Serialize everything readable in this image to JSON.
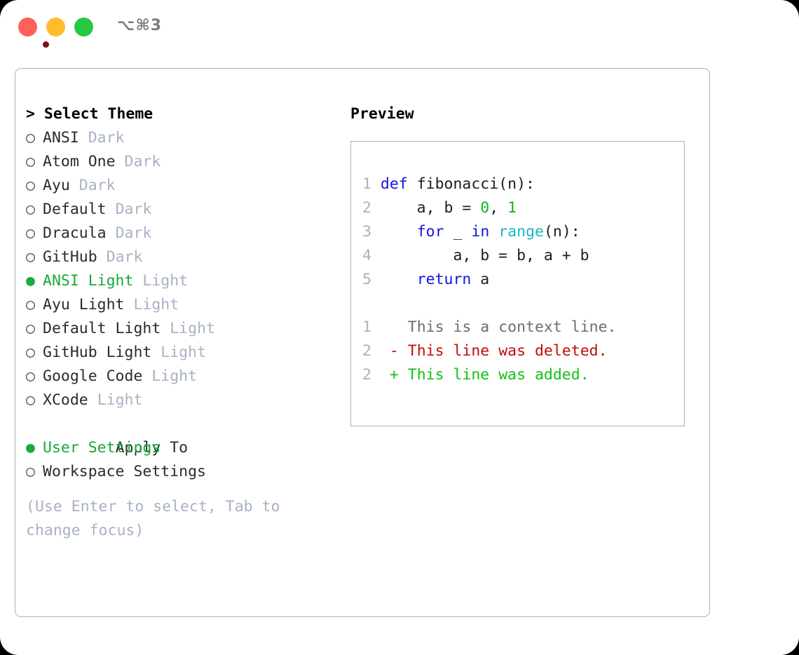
{
  "titlebar": {
    "shortcut": "⌥⌘3",
    "buttons": [
      {
        "name": "close",
        "color": "#ff6058"
      },
      {
        "name": "minimize",
        "color": "#ffbd2e"
      },
      {
        "name": "zoom",
        "color": "#28c840"
      }
    ]
  },
  "theme_list": {
    "header": "> Select Theme",
    "selected_bullet": "●",
    "unselected_bullet": "○",
    "selected_color": "#18a83a",
    "mode_color": "#a8b2c4",
    "items": [
      {
        "bullet": "○",
        "name": "ANSI",
        "mode": "Dark",
        "selected": false
      },
      {
        "bullet": "○",
        "name": "Atom One",
        "mode": "Dark",
        "selected": false
      },
      {
        "bullet": "○",
        "name": "Ayu",
        "mode": "Dark",
        "selected": false
      },
      {
        "bullet": "○",
        "name": "Default",
        "mode": "Dark",
        "selected": false
      },
      {
        "bullet": "○",
        "name": "Dracula",
        "mode": "Dark",
        "selected": false
      },
      {
        "bullet": "○",
        "name": "GitHub",
        "mode": "Dark",
        "selected": false
      },
      {
        "bullet": "●",
        "name": "ANSI Light",
        "mode": "Light",
        "selected": true
      },
      {
        "bullet": "○",
        "name": "Ayu Light",
        "mode": "Light",
        "selected": false
      },
      {
        "bullet": "○",
        "name": "Default Light",
        "mode": "Light",
        "selected": false
      },
      {
        "bullet": "○",
        "name": "GitHub Light",
        "mode": "Light",
        "selected": false
      },
      {
        "bullet": "○",
        "name": "Google Code",
        "mode": "Light",
        "selected": false
      },
      {
        "bullet": "○",
        "name": "XCode",
        "mode": "Light",
        "selected": false
      }
    ]
  },
  "apply_to": {
    "header": "Apply To",
    "options": [
      {
        "bullet": "●",
        "label": "User Settings",
        "selected": true
      },
      {
        "bullet": "○",
        "label": "Workspace Settings",
        "selected": false
      }
    ]
  },
  "hint": "(Use Enter to select, Tab to change focus)",
  "preview": {
    "title": "Preview",
    "code_lines": [
      {
        "num": "1",
        "tokens": [
          {
            "t": "def",
            "c": "kw"
          },
          {
            "t": " fibonacci(n):",
            "c": "plain"
          }
        ]
      },
      {
        "num": "2",
        "tokens": [
          {
            "t": "    a, b = ",
            "c": "plain"
          },
          {
            "t": "0",
            "c": "num"
          },
          {
            "t": ", ",
            "c": "plain"
          },
          {
            "t": "1",
            "c": "num"
          }
        ]
      },
      {
        "num": "3",
        "tokens": [
          {
            "t": "    ",
            "c": "plain"
          },
          {
            "t": "for",
            "c": "kw"
          },
          {
            "t": " _ ",
            "c": "plain"
          },
          {
            "t": "in",
            "c": "kw"
          },
          {
            "t": " ",
            "c": "plain"
          },
          {
            "t": "range",
            "c": "fn"
          },
          {
            "t": "(n):",
            "c": "plain"
          }
        ]
      },
      {
        "num": "4",
        "tokens": [
          {
            "t": "        a, b = b, a + b",
            "c": "plain"
          }
        ]
      },
      {
        "num": "5",
        "tokens": [
          {
            "t": "    ",
            "c": "plain"
          },
          {
            "t": "return",
            "c": "kw"
          },
          {
            "t": " a",
            "c": "plain"
          }
        ]
      }
    ],
    "diff_lines": [
      {
        "num": "1",
        "marker": " ",
        "text": "This is a context line.",
        "kind": "ctx"
      },
      {
        "num": "2",
        "marker": "-",
        "text": "This line was deleted.",
        "kind": "del"
      },
      {
        "num": "2",
        "marker": "+",
        "text": "This line was added.",
        "kind": "add"
      }
    ]
  }
}
